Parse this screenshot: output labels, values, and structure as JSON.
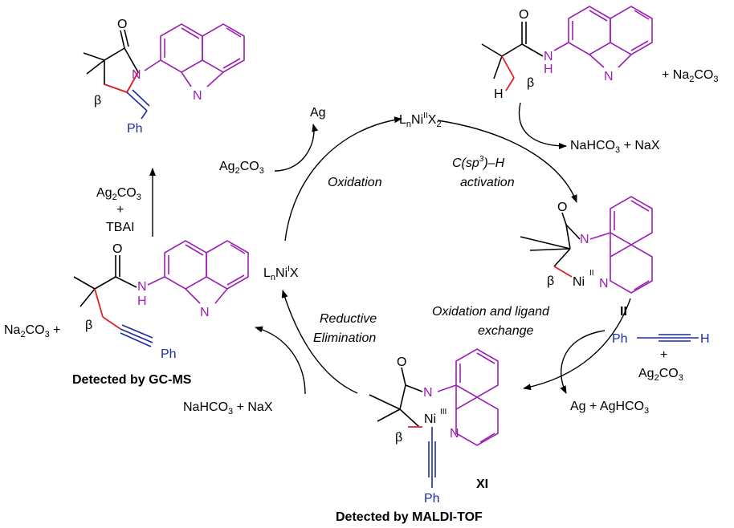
{
  "catalyst": {
    "prefix": "L",
    "n": "n",
    "ni": "Ni",
    "ox": "II",
    "x": "X",
    "sub2": "2"
  },
  "ni_i": {
    "prefix": "L",
    "n": "n",
    "ni": "Ni",
    "ox": "I",
    "x": "X"
  },
  "substrate": {
    "h": "H",
    "beta": "β",
    "o": "O",
    "nh": "N",
    "h2": "H",
    "n": "N"
  },
  "reagent_na2co3": {
    "plus": "+ ",
    "na": "Na",
    "s2": "2",
    "co": "CO",
    "s3": "3"
  },
  "side1": {
    "text": "NaHCO",
    "s3": "3",
    "rest": " + NaX"
  },
  "step_ch": {
    "l1a": "C(sp",
    "l1sup": "3",
    "l1b": ")–H",
    "l2": "activation"
  },
  "int2": {
    "o": "O",
    "n": "N",
    "ni": "Ni",
    "ox": "II",
    "n2": "N",
    "beta": "β",
    "label": "II"
  },
  "step_ox_lig": {
    "l1": "Oxidation and ligand",
    "l2": "exchange"
  },
  "alkyne": {
    "ph": "Ph",
    "h": "H",
    "plus": "+",
    "ag": "Ag",
    "s2": "2",
    "co": "CO",
    "s3": "3"
  },
  "side2": {
    "a": "Ag + AgHCO",
    "s3": "3"
  },
  "int11": {
    "o": "O",
    "n": "N",
    "ni": "Ni",
    "ox": "III",
    "n2": "N",
    "beta": "β",
    "ph": "Ph",
    "label": "XI"
  },
  "detected_maldi": "Detected by MALDI-TOF",
  "side3": {
    "a": "NaHCO",
    "s3": "3",
    "b": " + NaX"
  },
  "step_re": {
    "l1": "Reductive",
    "l2": "Elimination"
  },
  "product_alk": {
    "o": "O",
    "n": "N",
    "h": "H",
    "n2": "N",
    "beta": "β",
    "ph": "Ph"
  },
  "na2co3_left": {
    "na": "Na",
    "s2": "2",
    "co": "CO",
    "s3": "3",
    "plus": " +"
  },
  "detected_gcms": "Detected by GC-MS",
  "conditions": {
    "ag": "Ag",
    "s2": "2",
    "co": "CO",
    "s3": "3",
    "plus": "+",
    "tbai": "TBAI"
  },
  "final": {
    "o": "O",
    "n": "N",
    "n2": "N",
    "beta": "β",
    "ph": "Ph"
  },
  "step_oxid": "Oxidation",
  "ag2co3_in": {
    "ag": "Ag",
    "s2": "2",
    "co": "CO",
    "s3": "3"
  },
  "ag_out": "Ag"
}
